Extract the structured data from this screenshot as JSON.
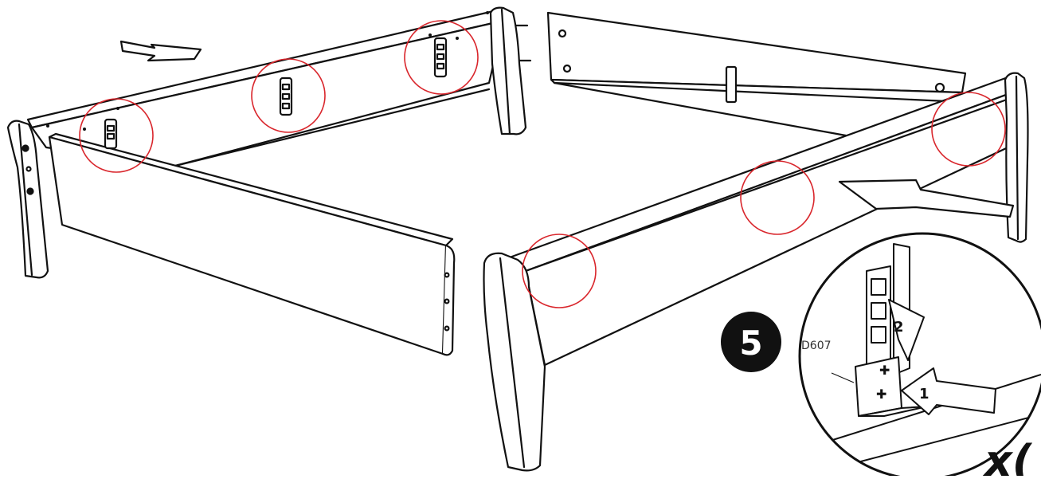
{
  "step": {
    "number": "5",
    "badge_color": "#111111"
  },
  "detail": {
    "part_code": "D607",
    "sequence_labels": [
      "1",
      "2"
    ]
  },
  "quantity_label": "x(",
  "colors": {
    "line": "#111111",
    "highlight_circle": "#d9262c",
    "fill": "#ffffff"
  }
}
